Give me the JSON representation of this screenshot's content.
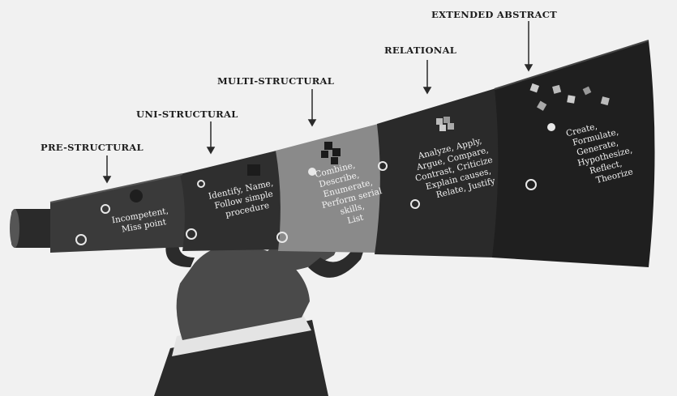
{
  "levels": [
    {
      "label": "PRE-STRUCTURAL",
      "lines": [
        "Incompetent,",
        "Miss point"
      ],
      "color": "#3a3a3a"
    },
    {
      "label": "UNI-STRUCTURAL",
      "lines": [
        "Identify, Name,",
        "Follow simple",
        "procedure"
      ],
      "color": "#2f2f2f"
    },
    {
      "label": "MULTI-STRUCTURAL",
      "lines": [
        "Combine,",
        "Describe,",
        "Enumerate,",
        "Perform serial",
        "skills,",
        "List"
      ],
      "color": "#8a8a8a"
    },
    {
      "label": "RELATIONAL",
      "lines": [
        "Analyze, Apply,",
        "Argue, Compare,",
        "Contrast, Criticize",
        "Explain causes,",
        "Relate, Justify"
      ],
      "color": "#2a2a2a"
    },
    {
      "label": "EXTENDED ABSTRACT",
      "lines": [
        "Create,",
        "Formulate,",
        "Generate,",
        "Hypothesize,",
        "Reflect,",
        "Theorize"
      ],
      "color": "#1f1f1f"
    }
  ],
  "icons": [
    "puzzle-piece-icon",
    "puzzle-piece-icon",
    "puzzle-pieces-icon",
    "cube-cluster-icon",
    "scattered-cubes-icon"
  ],
  "colors": {
    "background": "#f1f1f1",
    "hand": "#4a4a4a",
    "sleeve": "#2b2b2b",
    "cuff": "#e4e4e4"
  }
}
